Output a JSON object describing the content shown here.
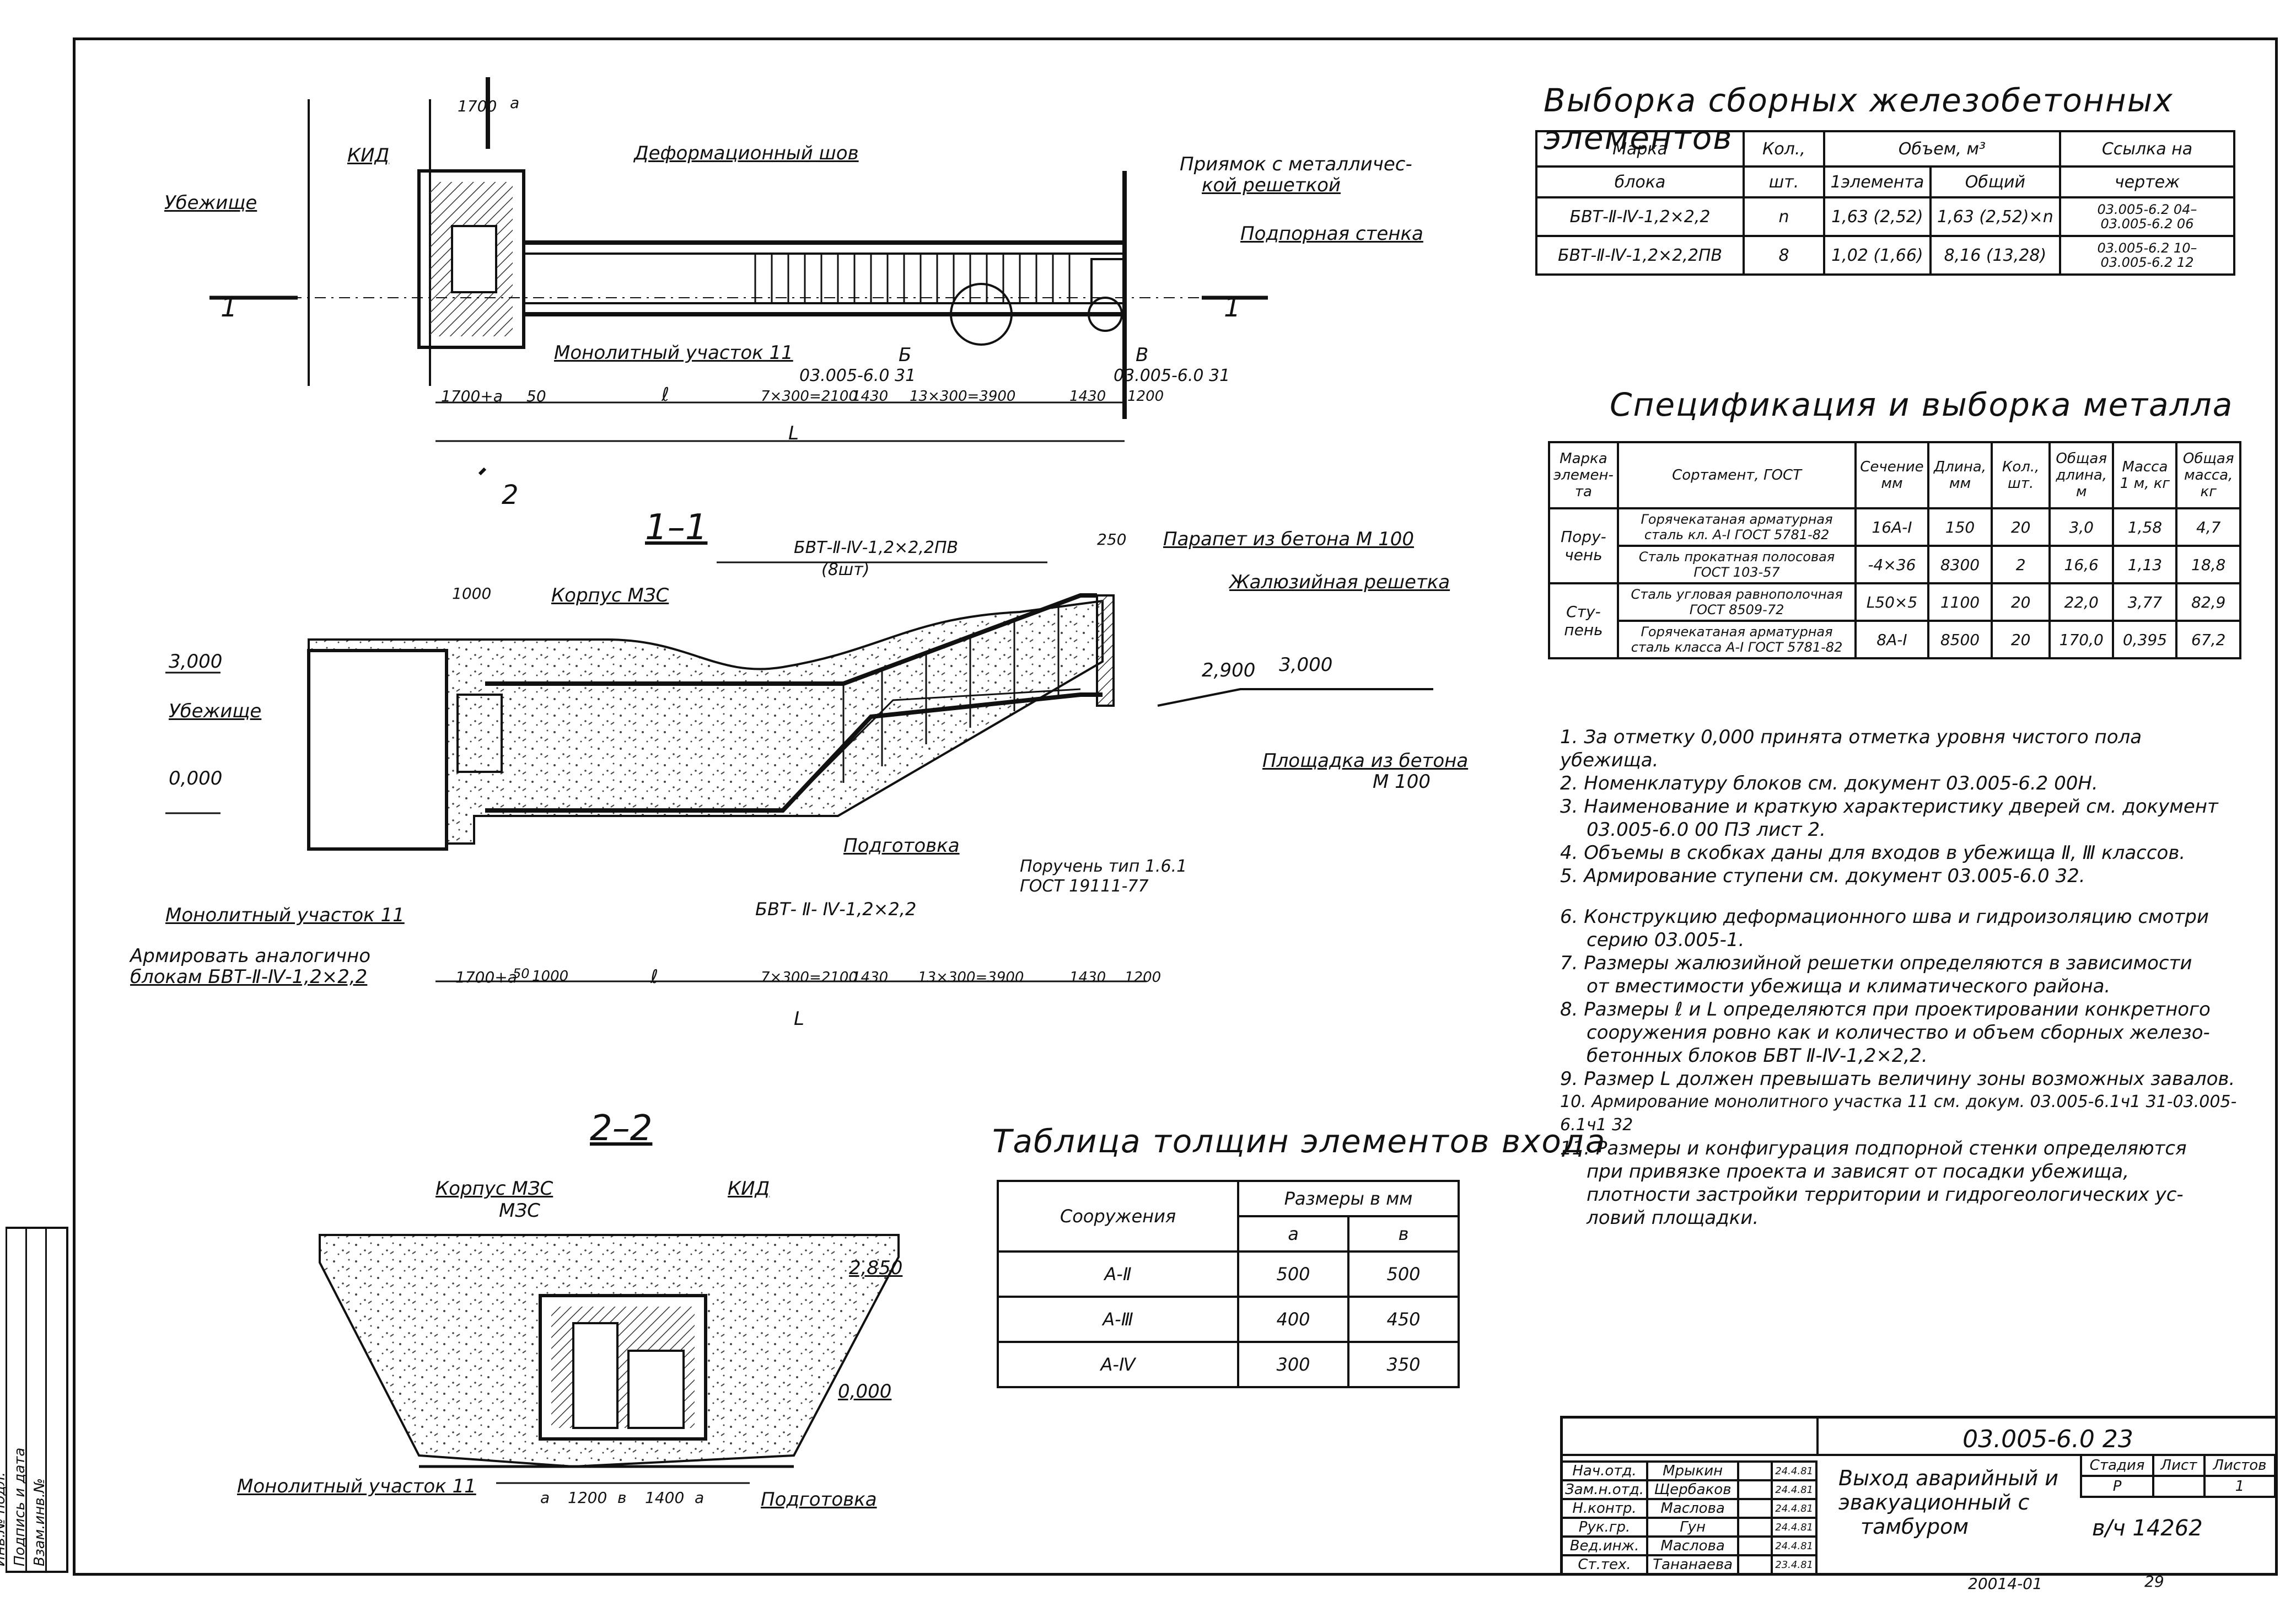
{
  "plan": {
    "shelter": "Убежище",
    "kid": "КИД",
    "expansion_joint": "Деформационный шов",
    "pit": "Приямок с металличес-",
    "pit2": "кой решеткой",
    "retaining_wall": "Подпорная стенка",
    "monolithic": "Монолитный участок 11",
    "ref_b": "03.005-6.0 31",
    "ref_v": "03.005-6.0 31",
    "callout_b": "Б",
    "callout_v": "В",
    "dims_top": [
      "1700",
      "a"
    ],
    "dims_bottom": [
      "1700+a",
      "50",
      "ℓ",
      "7×300=2100",
      "1430",
      "13×300=3900",
      "1430",
      "1200"
    ],
    "total": "L",
    "section_mark": "1",
    "section_mark2": "2"
  },
  "section11": {
    "title": "1–1",
    "block_label": "БВТ-Ⅱ-Ⅳ-1,2×2,2ПВ",
    "block_count": "(8шт)",
    "parapet": "Парапет из бетона М 100",
    "louver": "Жалюзийная решетка",
    "mzs": "Корпус МЗС",
    "shelter": "Убежище",
    "pad": "Площадка из бетона",
    "pad2": "М 100",
    "prep": "Подготовка",
    "handrail": "Поручень тип 1.6.1",
    "handrail2": "ГОСТ 19111-77",
    "mono": "Монолитный участок 11",
    "reinforce": "Армировать аналогично",
    "reinforce2": "блокам БВТ-Ⅱ-Ⅳ-1,2×2,2",
    "block2": "БВТ- Ⅱ- Ⅳ-1,2×2,2",
    "levels": [
      "3,000",
      "0,000",
      "2,900",
      "3,000"
    ],
    "dims": [
      "1700+a",
      "50",
      "1000",
      "ℓ",
      "7×300=2100",
      "1430",
      "13×300=3900",
      "1430",
      "1200"
    ],
    "dim_1000": "1000",
    "dim_250": "250",
    "total": "L"
  },
  "section22": {
    "title": "2–2",
    "mzs": "Корпус МЗС",
    "mzs2": "МЗС",
    "kid": "КИД",
    "mono": "Монолитный участок 11",
    "prep": "Подготовка",
    "level_top": "2,850",
    "level_zero": "0,000",
    "dims": [
      "a",
      "1200",
      "в",
      "1400",
      "a"
    ]
  },
  "precast": {
    "title": "Выборка сборных железобетонных элементов",
    "head": [
      "Марка",
      "блока",
      "Кол.,",
      "шт.",
      "Объем, м³",
      "1элемента",
      "Общий",
      "Ссылка на",
      "чертеж"
    ],
    "rows": [
      [
        "БВТ-Ⅱ-Ⅳ-1,2×2,2",
        "n",
        "1,63 (2,52)",
        "1,63 (2,52)×n",
        "03.005-6.2 04–",
        "03.005-6.2 06"
      ],
      [
        "БВТ-Ⅱ-Ⅳ-1,2×2,2ПВ",
        "8",
        "1,02 (1,66)",
        "8,16 (13,28)",
        "03.005-6.2 10–",
        "03.005-6.2 12"
      ]
    ]
  },
  "metal": {
    "title": "Спецификация и выборка металла",
    "head": [
      "Марка элемен-та",
      "Сортамент, ГОСТ",
      "Сечение мм",
      "Длина, мм",
      "Кол., шт.",
      "Общая длина, м",
      "Масса 1 м, кг",
      "Общая масса, кг"
    ],
    "groups": [
      {
        "name": "Пору-чень",
        "rows": [
          [
            "Горячекатаная арматурная сталь кл. А-Ⅰ ГОСТ 5781-82",
            "16А-Ⅰ",
            "150",
            "20",
            "3,0",
            "1,58",
            "4,7"
          ],
          [
            "Сталь прокатная полосовая ГОСТ 103-57",
            "-4×36",
            "8300",
            "2",
            "16,6",
            "1,13",
            "18,8"
          ]
        ]
      },
      {
        "name": "Сту-пень",
        "rows": [
          [
            "Сталь угловая равнополочная ГОСТ 8509-72",
            "L50×5",
            "1100",
            "20",
            "22,0",
            "3,77",
            "82,9"
          ],
          [
            "Горячекатаная арматурная сталь класса А-Ⅰ ГОСТ 5781-82",
            "8А-Ⅰ",
            "8500",
            "20",
            "170,0",
            "0,395",
            "67,2"
          ]
        ]
      }
    ]
  },
  "notes": [
    "1. За отметку 0,000 принята отметка уровня чистого пола убежища.",
    "2. Номенклатуру блоков см. документ 03.005-6.2 00Н.",
    "3. Наименование и краткую характеристику дверей см. документ",
    "03.005-6.0 00 ПЗ лист 2.",
    "4. Объемы в скобках даны для входов в убежища Ⅱ, Ⅲ классов.",
    "5. Армирование ступени см. документ 03.005-6.0 32.",
    "6. Конструкцию деформационного шва и гидроизоляцию смотри",
    "серию 03.005-1.",
    "7. Размеры жалюзийной решетки определяются в зависимости",
    "от вместимости убежища и климатического района.",
    "8. Размеры ℓ и L определяются при проектировании конкретного",
    "сооружения ровно как и количество и объем сборных железо-",
    "бетонных блоков БВТ Ⅱ-Ⅳ-1,2×2,2.",
    "9. Размер L должен превышать величину зоны возможных завалов.",
    "10. Армирование монолитного участка 11 см. докум. 03.005-6.1ч1 31-03.005-6.1ч1 32",
    "11. Размеры и конфигурация подпорной стенки определяются",
    "при привязке проекта и зависят от посадки убежища,",
    "плотности застройки территории и гидрогеологических ус-",
    "ловий площадки."
  ],
  "thickness": {
    "title": "Таблица толщин элементов входа",
    "col1": "Сооружения",
    "col2": "Размеры в мм",
    "sub": [
      "a",
      "в"
    ],
    "rows": [
      [
        "А-Ⅱ",
        "500",
        "500"
      ],
      [
        "А-Ⅲ",
        "400",
        "450"
      ],
      [
        "А-Ⅳ",
        "300",
        "350"
      ]
    ]
  },
  "stamp": {
    "code": "03.005-6.0 23",
    "title1": "Выход аварийный и",
    "title2": "эвакуационный с",
    "title3": "тамбуром",
    "stage_head": [
      "Стадия",
      "Лист",
      "Листов"
    ],
    "stage": "Р",
    "sheet": "1",
    "archive": "в/ч 14262",
    "people": [
      [
        "Нач.отд.",
        "Мрыкин",
        "24.4.81"
      ],
      [
        "Зам.н.отд.",
        "Щербаков",
        "24.4.81"
      ],
      [
        "Н.контр.",
        "Маслова",
        "24.4.81"
      ],
      [
        "Рук.гр.",
        "Гун",
        "24.4.81"
      ],
      [
        "Вед.инж.",
        "Маслова",
        "24.4.81"
      ],
      [
        "Ст.тех.",
        "Тананаева",
        "23.4.81"
      ]
    ],
    "bottom": "20014-01",
    "page": "29"
  },
  "side": [
    "Инв.№ подл.",
    "Подпись и дата",
    "Взам.инв.№"
  ]
}
